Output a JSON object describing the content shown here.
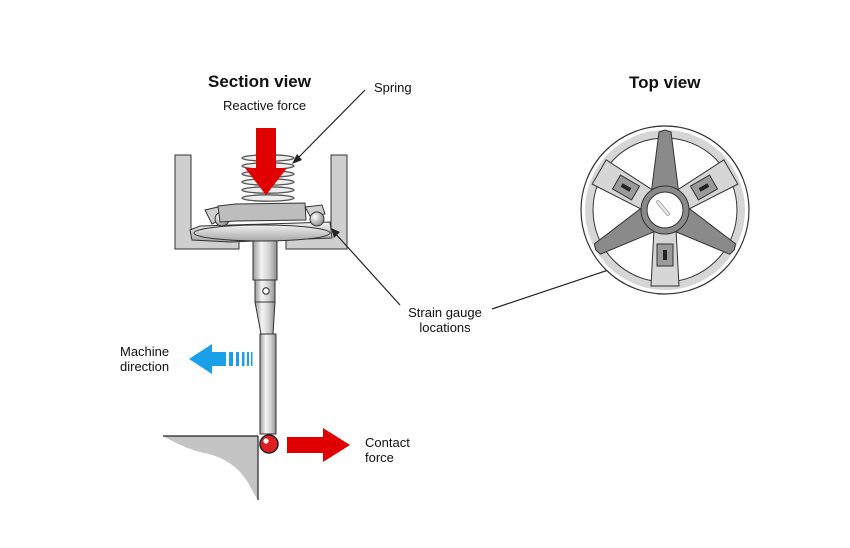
{
  "diagram": {
    "section_view": {
      "title": "Section view",
      "labels": {
        "reactive_force": "Reactive force",
        "spring": "Spring",
        "machine_direction_line1": "Machine",
        "machine_direction_line2": "direction",
        "contact_force_line1": "Contact",
        "contact_force_line2": "force"
      }
    },
    "top_view": {
      "title": "Top view"
    },
    "shared_labels": {
      "strain_gauge_line1": "Strain gauge",
      "strain_gauge_line2": "locations"
    },
    "colors": {
      "force_arrow": "#e00000",
      "machine_arrow": "#1aa0e8",
      "metal_light": "#d4d4d4",
      "metal_dark": "#8a8a8a",
      "outline": "#222222",
      "workpiece": "#c4c4c4"
    }
  }
}
